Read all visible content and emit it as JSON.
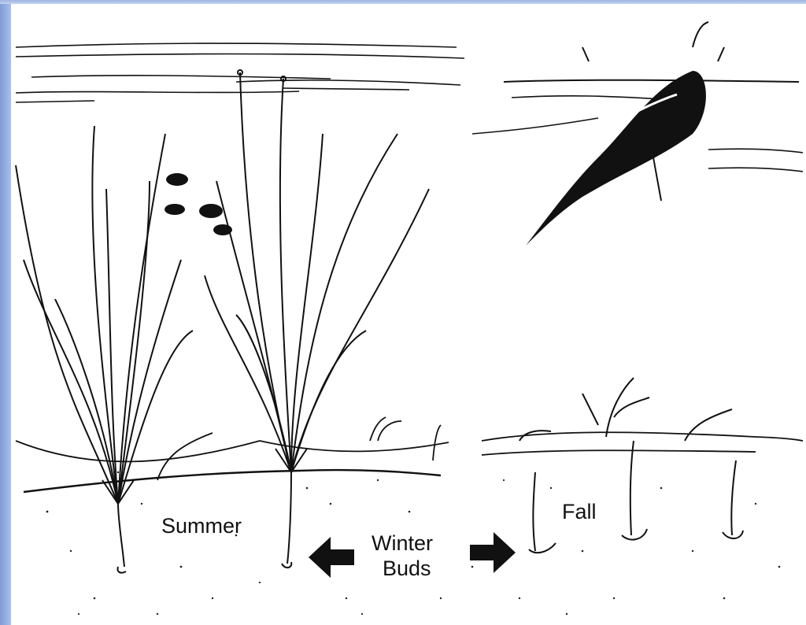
{
  "labels": {
    "summer": "Summer",
    "fall": "Fall",
    "winter": "Winter",
    "buds": "Buds"
  },
  "colors": {
    "ink": "#111111",
    "frame": "#8fa9dc"
  },
  "icons": [
    "left-arrow-icon",
    "right-arrow-icon"
  ]
}
